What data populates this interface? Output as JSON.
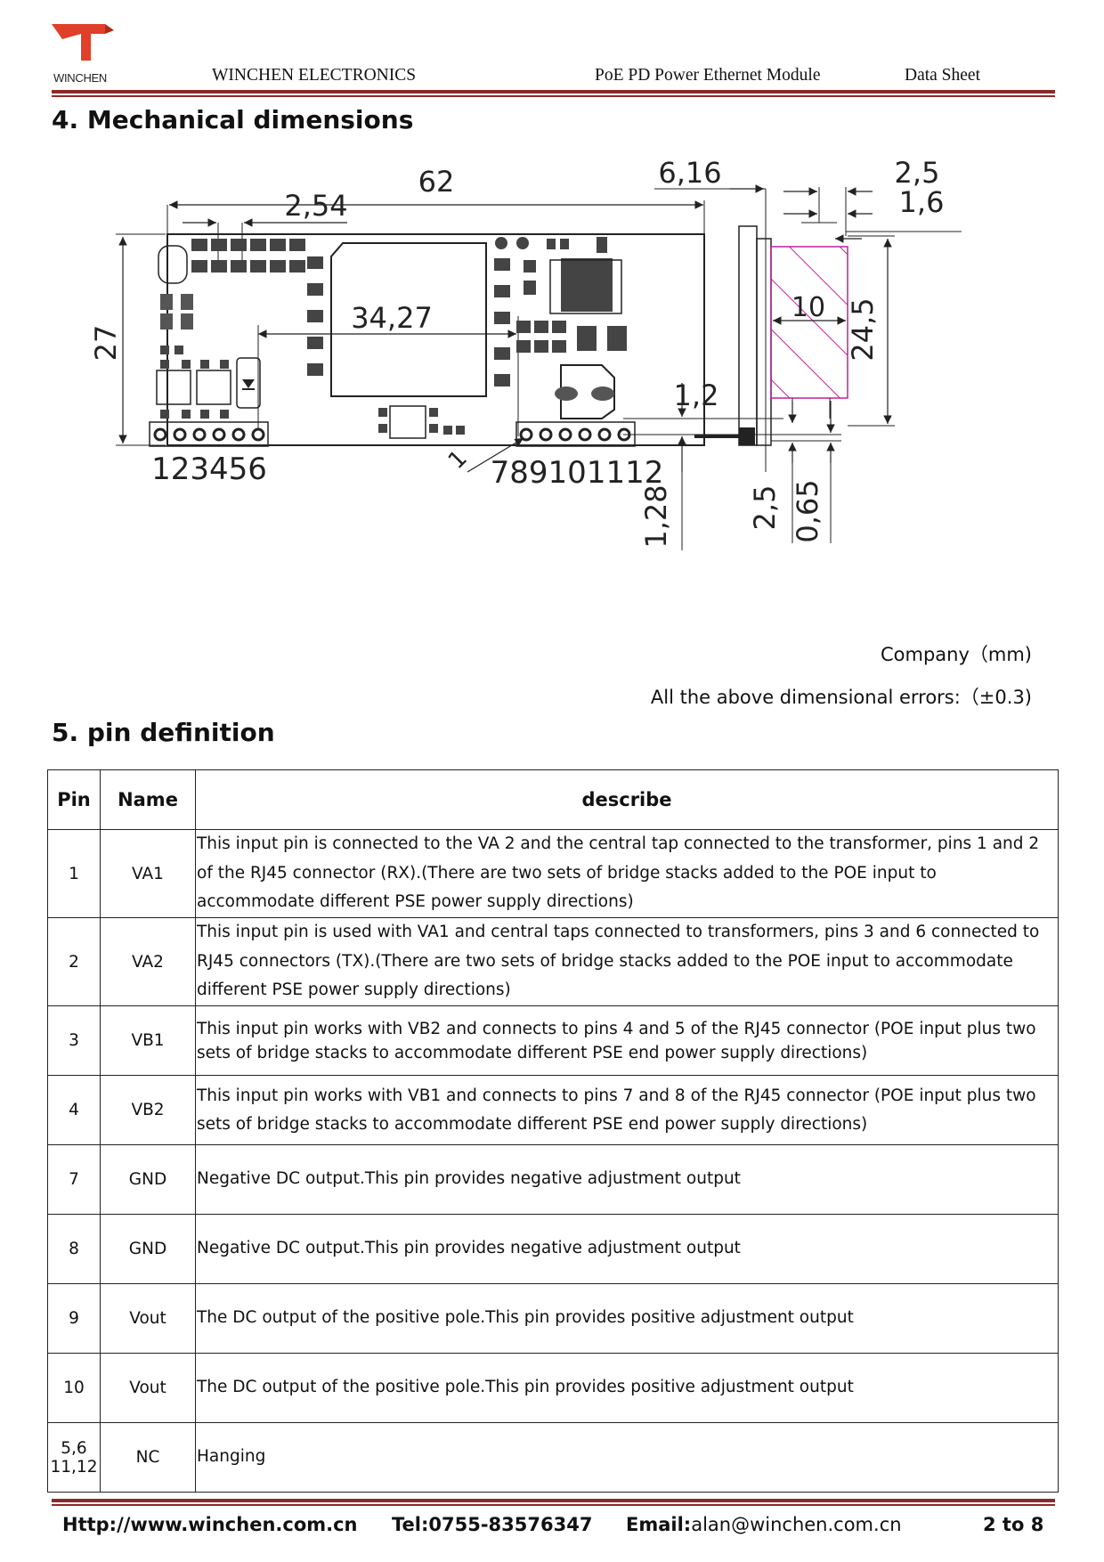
{
  "header": {
    "logo_text": "WINCHEN",
    "company": "WINCHEN ELECTRONICS",
    "product": "PoE PD Power Ethernet Module",
    "doc_type": "Data Sheet"
  },
  "section4": {
    "title": "4.  Mechanical dimensions"
  },
  "drawing": {
    "dim_length": "62",
    "dim_pin_offset": "6,16",
    "dim_side_thickness": "2,5",
    "dim_board_thickness": "1,6",
    "dim_pitch": "2,54",
    "dim_height": "27",
    "dim_pin_span": "34,27",
    "dim_side_width": "10",
    "dim_side_height": "24,5",
    "dim_pin_gap": "1,2",
    "dim_pin_diameter": "1,28",
    "dim_pin_length": "2,5",
    "dim_pin_width": "0,65",
    "pins_left": "123456",
    "pins_right": "789101112",
    "pin1_marker": "1"
  },
  "notes": {
    "unit": "Company（mm)",
    "tolerance": "All the above dimensional errors:（±0.3)"
  },
  "section5": {
    "title": "5.  pin definition"
  },
  "table": {
    "headers": {
      "pin": "Pin",
      "name": "Name",
      "describe": "describe"
    },
    "rows": [
      {
        "pin": "1",
        "name": "VA1",
        "desc": "This input pin is connected to the VA 2 and the central tap connected to the transformer, pins 1 and 2 of the RJ45 connector (RX).(There are two sets of bridge stacks added to the POE input to accommodate different PSE power supply directions)"
      },
      {
        "pin": "2",
        "name": "VA2",
        "desc": "This input pin is used with VA1 and central taps connected to transformers, pins 3 and 6 connected to RJ45 connectors (TX).(There are two sets of bridge stacks added to the POE input to accommodate different PSE power supply directions)"
      },
      {
        "pin": "3",
        "name": "VB1",
        "desc": "This input pin works with VB2 and connects to pins 4 and 5 of the RJ45 connector (POE input plus two sets of bridge stacks to accommodate different PSE end power supply directions)"
      },
      {
        "pin": "4",
        "name": "VB2",
        "desc": "This input pin works with VB1 and connects to pins 7 and 8 of the RJ45 connector (POE input plus two sets of bridge stacks to accommodate different PSE end power supply directions)"
      },
      {
        "pin": "7",
        "name": "GND",
        "desc": "Negative DC output.This pin provides negative adjustment output"
      },
      {
        "pin": "8",
        "name": "GND",
        "desc": "Negative DC output.This pin provides negative adjustment output"
      },
      {
        "pin": "9",
        "name": "Vout",
        "desc": "The DC output of the positive pole.This pin provides positive adjustment output"
      },
      {
        "pin": "10",
        "name": "Vout",
        "desc": "The DC output of the positive pole.This pin provides positive adjustment output"
      },
      {
        "pin_line1": "5,6",
        "pin_line2": "11,12",
        "name": "NC",
        "desc": "Hanging"
      }
    ]
  },
  "footer": {
    "website": "Http://www.winchen.com.cn",
    "tel": "Tel:0755-83576347",
    "email_label": "Email:",
    "email": "alan@winchen.com.cn",
    "page": "2 to 8"
  },
  "colors": {
    "accent": "#8c2a2a",
    "logo": "#e0402a",
    "hatch": "#c0209a"
  }
}
